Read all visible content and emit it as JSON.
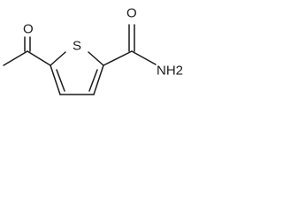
{
  "molecule": {
    "atoms": {
      "sulfur": "S",
      "ketone_oxygen": "O",
      "amide_oxygen": "O",
      "amide_nitrogen": "NH2"
    }
  }
}
